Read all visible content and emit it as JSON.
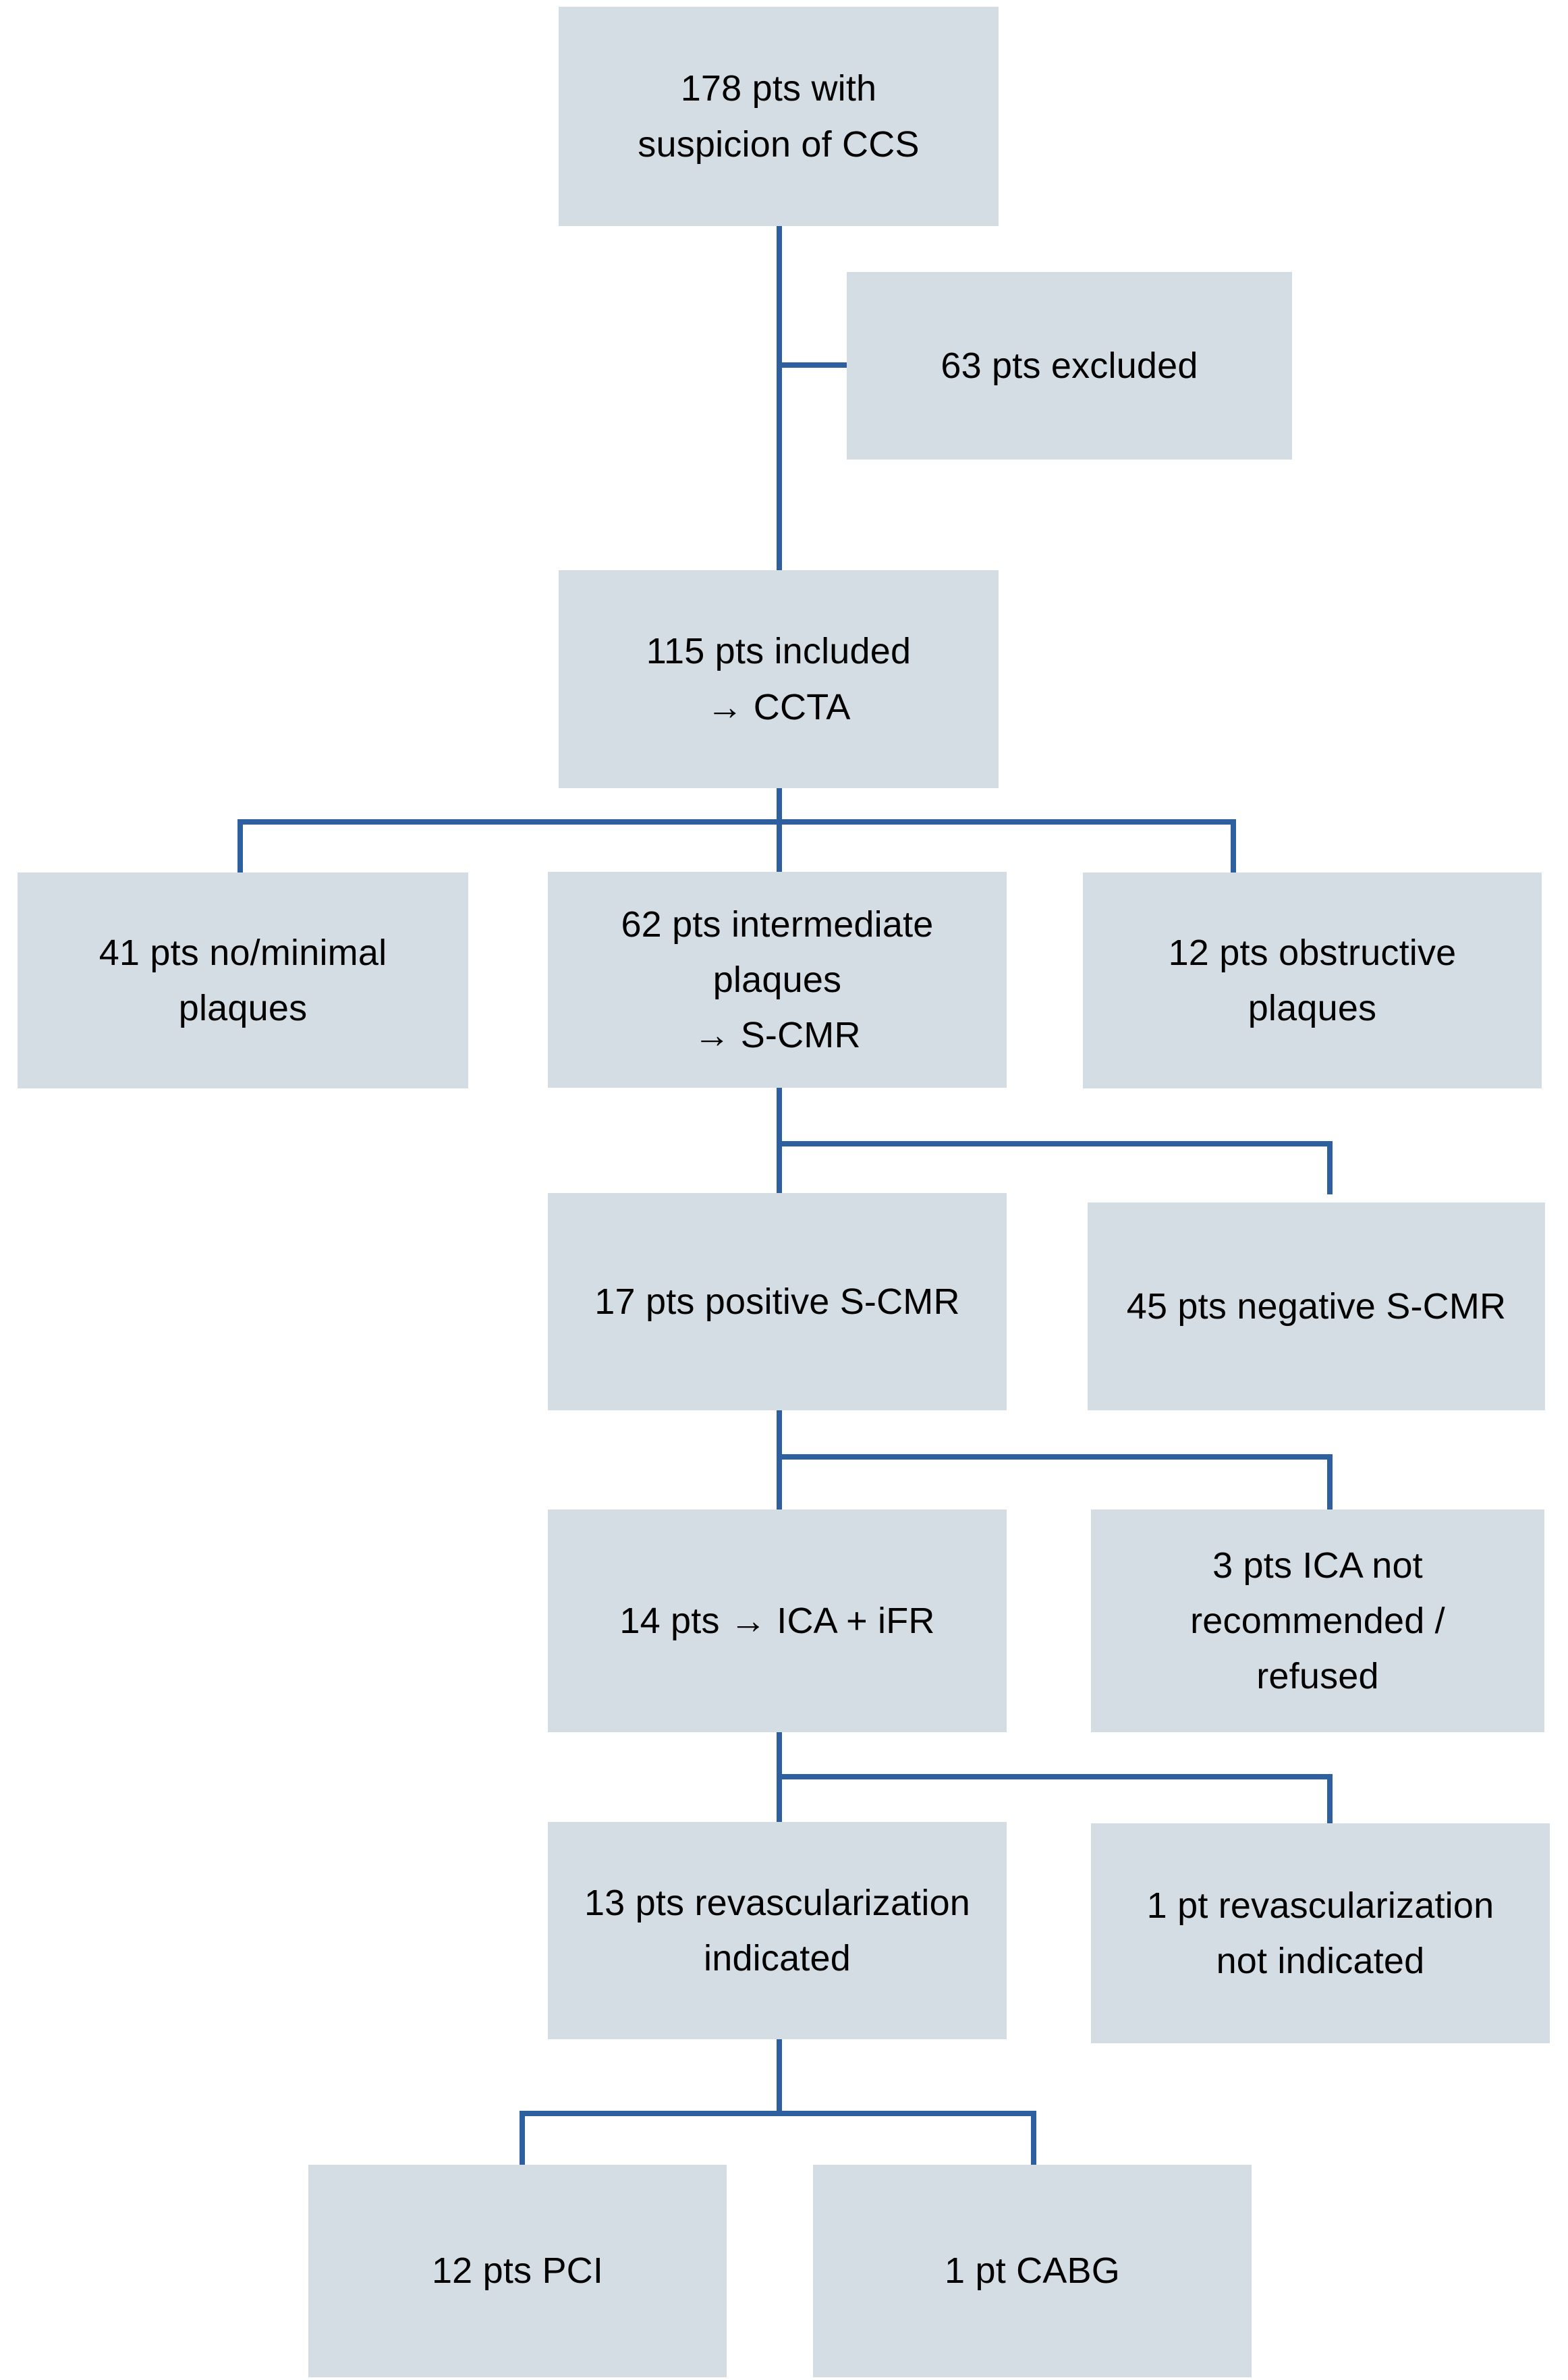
{
  "diagram": {
    "title": "Patient flow diagram CCS / CCTA / S-CMR",
    "box_fill": "#d4dce4",
    "connector_color": "#2e5f9e",
    "text_color": "#000000",
    "background": "#ffffff"
  },
  "nodes": {
    "suspicion": "178 pts with\nsuspicion of CCS",
    "excluded": "63 pts excluded",
    "included": "115 pts included\n→ CCTA",
    "no_minimal_plaques": "41 pts no/minimal\nplaques",
    "intermediate_plaques": "62 pts intermediate\nplaques\n→ S-CMR",
    "obstructive_plaques": "12 pts obstructive\nplaques",
    "positive_scmr": "17 pts positive S-CMR",
    "negative_scmr": "45 pts negative S-CMR",
    "ica_ifr": "14 pts → ICA + iFR",
    "ica_not_recommended": "3 pts ICA not\nrecommended /\nrefused",
    "revasc_indicated": "13 pts revascularization\nindicated",
    "revasc_not_indicated": "1 pt revascularization\nnot indicated",
    "pci": "12 pts PCI",
    "cabg": "1 pt CABG"
  }
}
